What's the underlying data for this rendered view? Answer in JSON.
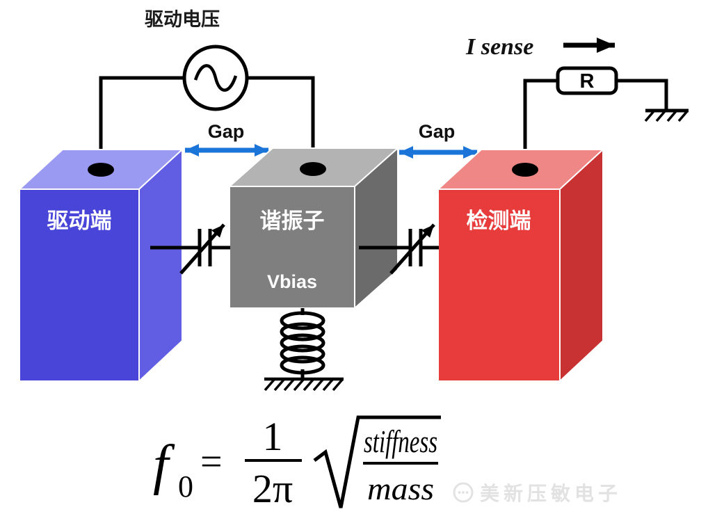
{
  "colors": {
    "arrow_blue": "#1b74d8",
    "wire_black": "#000000",
    "drive_box_front": "#4845d8",
    "drive_box_top": "#9b9af2",
    "drive_box_side": "#615ee3",
    "resonator_box_front": "#7f7f7f",
    "resonator_box_top": "#b3b3b3",
    "resonator_box_side": "#6b6b6b",
    "sense_box_front": "#e83c3c",
    "sense_box_top": "#f08787",
    "sense_box_side": "#c93232",
    "box_label_text": "#ffffff",
    "watermark_gray": "#bfbfbf"
  },
  "labels": {
    "drive_voltage": "驱动电压",
    "gap_left": "Gap",
    "gap_right": "Gap",
    "i_sense": "I sense",
    "resistor": "R",
    "drive_box": "驱动端",
    "resonator_box": "谐振子",
    "vbias": "Vbias",
    "sense_box": "检测端"
  },
  "formula": {
    "symbol": "f",
    "subscript": "0",
    "equals": "=",
    "coeff_numerator": "1",
    "coeff_denominator": "2π",
    "radicand_numerator": "stiffness",
    "radicand_denominator": "mass"
  },
  "watermark": {
    "text": "美新压敏电子"
  }
}
